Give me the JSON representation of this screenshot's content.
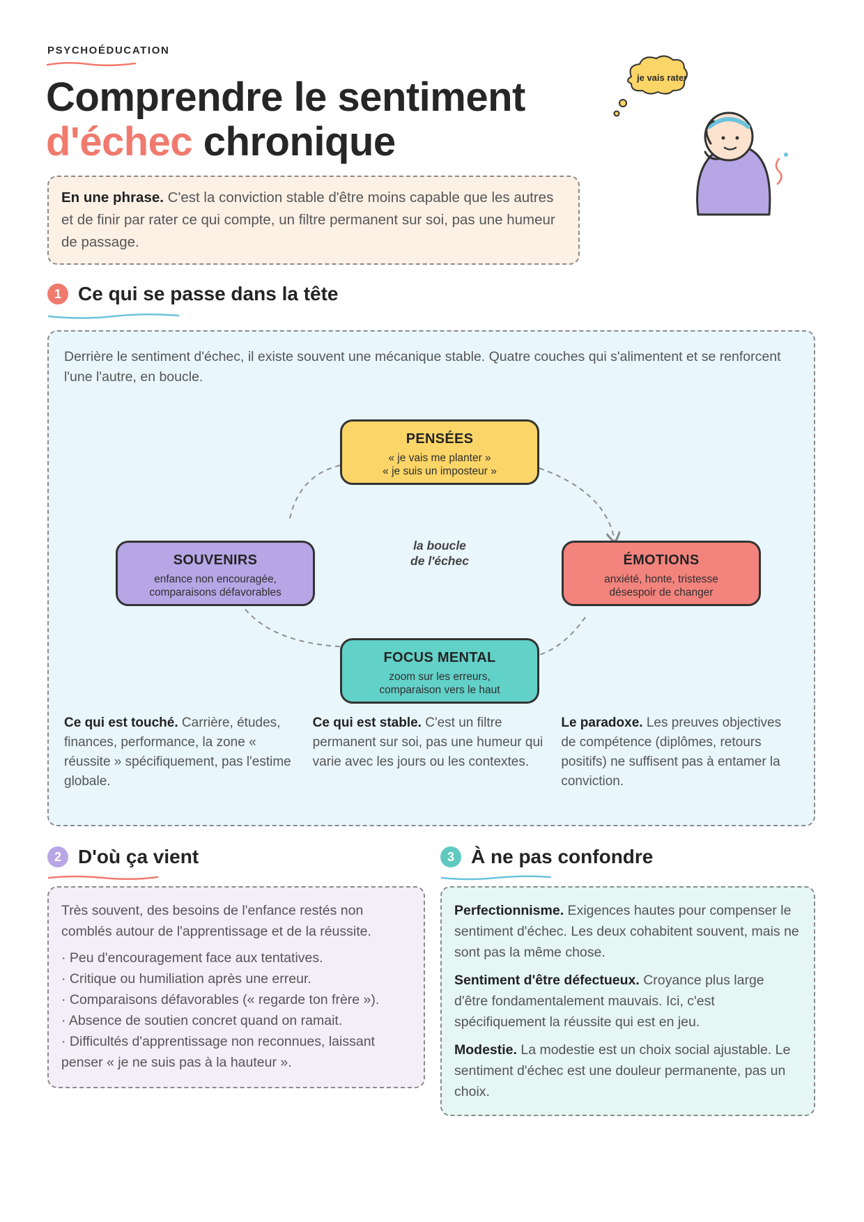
{
  "header": {
    "eyebrow": "PSYCHOÉDUCATION",
    "title_line1": "Comprendre le sentiment",
    "title_accent": "d'échec",
    "title_rest": " chronique",
    "bubble_text": "je vais rater"
  },
  "summary": {
    "lead": "En une phrase.",
    "text": " C'est la conviction stable d'être moins capable que les autres et de finir par rater ce qui compte, un filtre permanent sur soi, pas une humeur de passage."
  },
  "section1": {
    "number": "1",
    "title": "Ce qui se passe dans la tête",
    "intro": "Derrière le sentiment d'échec, il existe souvent une mécanique stable. Quatre couches qui s'alimentent et se renforcent l'une l'autre, en boucle.",
    "loop_label_1": "la boucle",
    "loop_label_2": "de l'échec",
    "nodes": [
      {
        "title": "PENSÉES",
        "line1": "« je vais me planter »",
        "line2": "« je suis un imposteur »"
      },
      {
        "title": "ÉMOTIONS",
        "line1": "anxiété, honte, tristesse",
        "line2": "désespoir de changer"
      },
      {
        "title": "FOCUS MENTAL",
        "line1": "zoom sur les erreurs,",
        "line2": "comparaison vers le haut"
      },
      {
        "title": "SOUVENIRS",
        "line1": "enfance non encouragée,",
        "line2": "comparaisons défavorables"
      }
    ],
    "columns": [
      {
        "lead": "Ce qui est touché.",
        "text": " Carrière, études, finances, performance, la zone « réussite » spécifiquement, pas l'estime globale."
      },
      {
        "lead": "Ce qui est stable.",
        "text": " C'est un filtre permanent sur soi, pas une humeur qui varie avec les jours ou les contextes."
      },
      {
        "lead": "Le paradoxe.",
        "text": " Les preuves objectives de compétence (diplômes, retours positifs) ne suffisent pas à entamer la conviction."
      }
    ]
  },
  "section2": {
    "number": "2",
    "title": "D'où ça vient",
    "intro": "Très souvent, des besoins de l'enfance restés non comblés autour de l'apprentissage et de la réussite.",
    "bullets": [
      "Peu d'encouragement face aux tentatives.",
      "Critique ou humiliation après une erreur.",
      "Comparaisons défavorables (« regarde ton frère »).",
      "Absence de soutien concret quand on ramait.",
      "Difficultés d'apprentissage non reconnues, laissant penser « je ne suis pas à la hauteur »."
    ]
  },
  "section3": {
    "number": "3",
    "title": "À ne pas confondre",
    "items": [
      {
        "lead": "Perfectionnisme.",
        "text": " Exigences hautes pour compenser le sentiment d'échec. Les deux cohabitent souvent, mais ne sont pas la même chose."
      },
      {
        "lead": "Sentiment d'être défectueux.",
        "text": " Croyance plus large d'être fondamentalement mauvais. Ici, c'est spécifiquement la réussite qui est en jeu."
      },
      {
        "lead": "Modestie.",
        "text": " La modestie est un choix social ajustable. Le sentiment d'échec est une douleur permanente, pas un choix."
      }
    ]
  },
  "colors": {
    "accent_red": "#f07a6e",
    "purple": "#b6a6e6",
    "teal": "#62d1c8",
    "yellow": "#fbd567",
    "blue_line": "#6cc3dd"
  }
}
